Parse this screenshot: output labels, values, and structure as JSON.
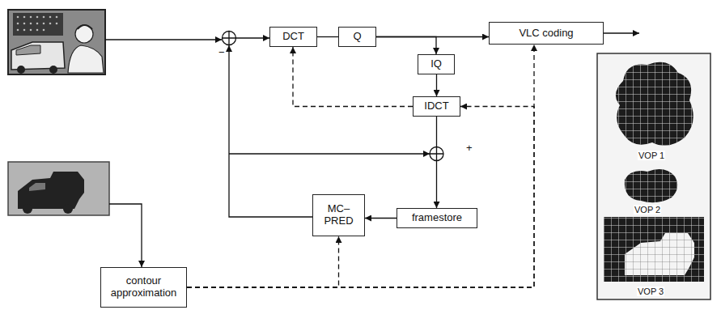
{
  "diagram": {
    "nodes": [
      {
        "text": [
          "DCT"
        ]
      },
      {
        "text": [
          "Q"
        ]
      },
      {
        "text": [
          "VLC coding"
        ]
      },
      {
        "text": [
          "IQ"
        ]
      },
      {
        "text": [
          "IDCT"
        ]
      },
      {
        "text": [
          "MC– PRED"
        ]
      },
      {
        "text": [
          "framestore"
        ]
      },
      {
        "text": [
          "contour approximation"
        ]
      }
    ],
    "edges": [
      {
        "from": 0,
        "to": 1,
        "arrow": "none"
      },
      {
        "from": 1,
        "to": 2,
        "arrow": "to"
      },
      {
        "from": 1,
        "to": 3,
        "arrow": "to"
      },
      {
        "from": 3,
        "to": 4,
        "arrow": "to"
      },
      {
        "from": 4,
        "to": 6,
        "arrow": "to"
      },
      {
        "from": 6,
        "to": 5,
        "arrow": "to"
      },
      {
        "from": 4,
        "to": 0,
        "arrow": "to"
      },
      {
        "from": 7,
        "to": 5,
        "arrow": "to"
      },
      {
        "from": 7,
        "to": 2,
        "arrow": "to"
      },
      {
        "from": 7,
        "to": 4,
        "arrow": "to"
      }
    ],
    "labels": [
      "−",
      "+",
      "VOP 1",
      "VOP 2",
      "VOP 3"
    ]
  }
}
